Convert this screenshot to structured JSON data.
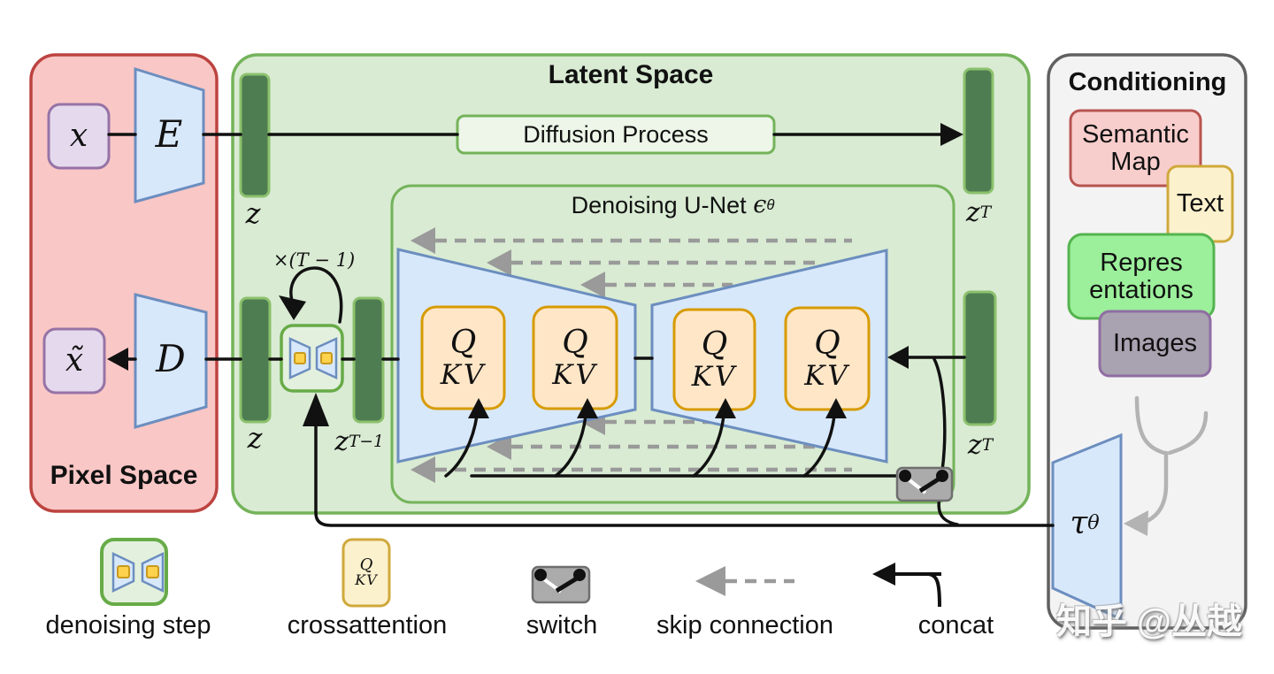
{
  "palette": {
    "pixel_fill": "#f9c7c6",
    "pixel_stroke": "#bc4340",
    "latent_fill": "#d9ebd3",
    "latent_stroke": "#74b35a",
    "bar_fill": "#4e7d51",
    "bar_stroke": "#8cc16d",
    "purple_fill": "#e5daed",
    "purple_stroke": "#9673a6",
    "blue_fill": "#d8e8fb",
    "blue_stroke": "#6c8ebf",
    "attention_fill": "#ffe6c7",
    "attention_stroke": "#d79b00",
    "yellow_fill": "#fcf1cd",
    "yellow_stroke": "#cfa93c",
    "conditioning_fill": "#f4f3f4",
    "conditioning_stroke": "#606060",
    "semantic_fill": "#f8cecc",
    "semantic_stroke": "#b85450",
    "representations_fill": "#9cef9b",
    "representations_stroke": "#54b44e",
    "images_fill": "#a9a2b1",
    "images_stroke": "#8f6da2",
    "diffusion_fill": "#edf6e8",
    "denoise_icon_fill": "#e3f0dd",
    "denoise_icon_stroke": "#67ab47",
    "switch_fill": "#ababab",
    "gray_line": "#b3b3b3",
    "skip_gray": "#9a9a9a"
  },
  "panels": {
    "pixel": {
      "title": "Pixel Space"
    },
    "latent": {
      "title": "Latent Space"
    },
    "unet": {
      "title": "Denoising U-Net",
      "eps": "ϵ",
      "theta": "θ"
    },
    "conditioning": {
      "title": "Conditioning"
    }
  },
  "nodes": {
    "x": "x",
    "x_tilde": "x̃",
    "encoder": "E",
    "decoder": "D",
    "diffusion": "Diffusion Process",
    "tau": "τ",
    "tau_sub": "θ",
    "z": "z",
    "zT_base": "z",
    "zT_sub": "T",
    "zTm1_base": "z",
    "zTm1_sub": "T−1",
    "loop": "×(T − 1)",
    "q": "Q",
    "kv": "KV"
  },
  "conditioning_items": [
    {
      "name": "semantic-map",
      "line1": "Semantic",
      "line2": "Map"
    },
    {
      "name": "text",
      "line1": "Text",
      "line2": ""
    },
    {
      "name": "representations",
      "line1": "Repres",
      "line2": "entations"
    },
    {
      "name": "images",
      "line1": "Images",
      "line2": ""
    }
  ],
  "legend": [
    {
      "label": "denoising step"
    },
    {
      "label": "crossattention"
    },
    {
      "label": "switch"
    },
    {
      "label": "skip connection"
    },
    {
      "label": "concat"
    }
  ],
  "watermark": "知乎 @丛越"
}
